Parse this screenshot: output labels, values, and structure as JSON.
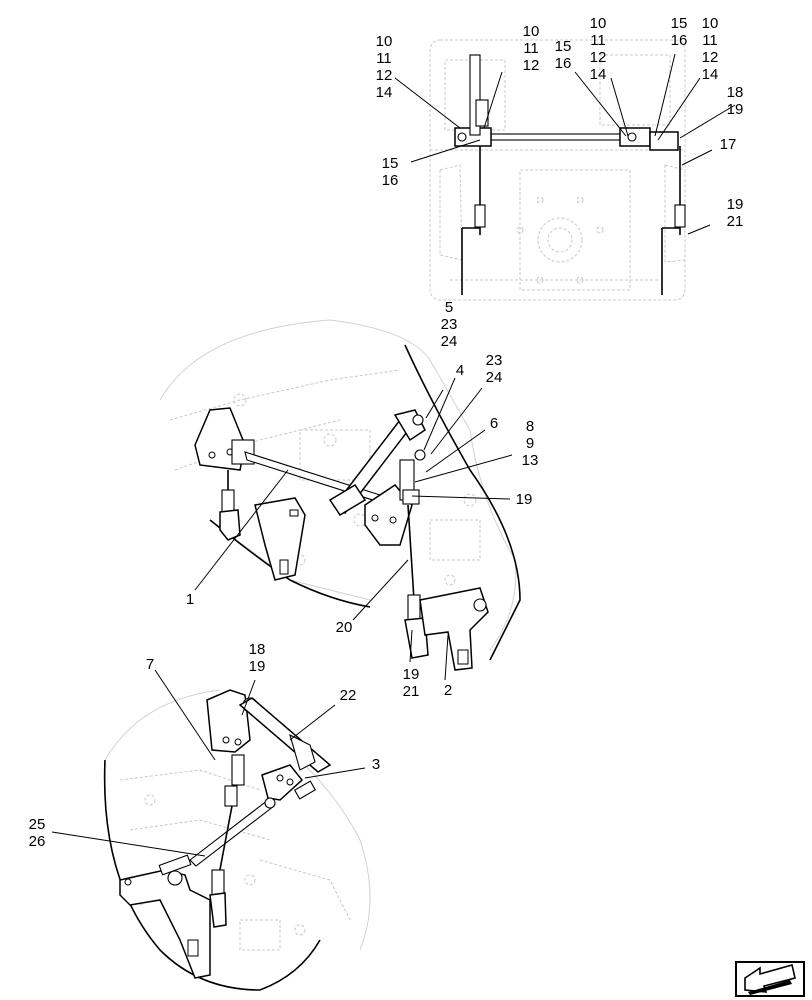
{
  "callouts": [
    {
      "id": "c-10-11-12-14-a",
      "lines": [
        "10",
        "11",
        "12",
        "14"
      ]
    },
    {
      "id": "c-10-11-12-b",
      "lines": [
        "10",
        "11",
        "12"
      ]
    },
    {
      "id": "c-15-16-a",
      "lines": [
        "15",
        "16"
      ]
    },
    {
      "id": "c-15-16-b",
      "lines": [
        "15",
        "16"
      ]
    },
    {
      "id": "c-10-11-12-14-c",
      "lines": [
        "10",
        "11",
        "12",
        "14"
      ]
    },
    {
      "id": "c-15-16-c",
      "lines": [
        "15",
        "16"
      ]
    },
    {
      "id": "c-10-11-12-14-d",
      "lines": [
        "10",
        "11",
        "12",
        "14"
      ]
    },
    {
      "id": "c-18-19-a",
      "lines": [
        "18",
        "19"
      ]
    },
    {
      "id": "c-17",
      "lines": [
        "17"
      ]
    },
    {
      "id": "c-19-21-a",
      "lines": [
        "19",
        "21"
      ]
    },
    {
      "id": "c-5-23-24",
      "lines": [
        "5",
        "23",
        "24"
      ]
    },
    {
      "id": "c-23-24",
      "lines": [
        "23",
        "24"
      ]
    },
    {
      "id": "c-4",
      "lines": [
        "4"
      ]
    },
    {
      "id": "c-6",
      "lines": [
        "6"
      ]
    },
    {
      "id": "c-8-9-13",
      "lines": [
        "8",
        "9",
        "13"
      ]
    },
    {
      "id": "c-19",
      "lines": [
        "19"
      ]
    },
    {
      "id": "c-1",
      "lines": [
        "1"
      ]
    },
    {
      "id": "c-20",
      "lines": [
        "20"
      ]
    },
    {
      "id": "c-19-21-b",
      "lines": [
        "19",
        "21"
      ]
    },
    {
      "id": "c-2",
      "lines": [
        "2"
      ]
    },
    {
      "id": "c-18-19-b",
      "lines": [
        "18",
        "19"
      ]
    },
    {
      "id": "c-7",
      "lines": [
        "7"
      ]
    },
    {
      "id": "c-22",
      "lines": [
        "22"
      ]
    },
    {
      "id": "c-3",
      "lines": [
        "3"
      ]
    },
    {
      "id": "c-25-26",
      "lines": [
        "25",
        "26"
      ]
    }
  ],
  "nav_icon": "next-page-arrow-icon"
}
